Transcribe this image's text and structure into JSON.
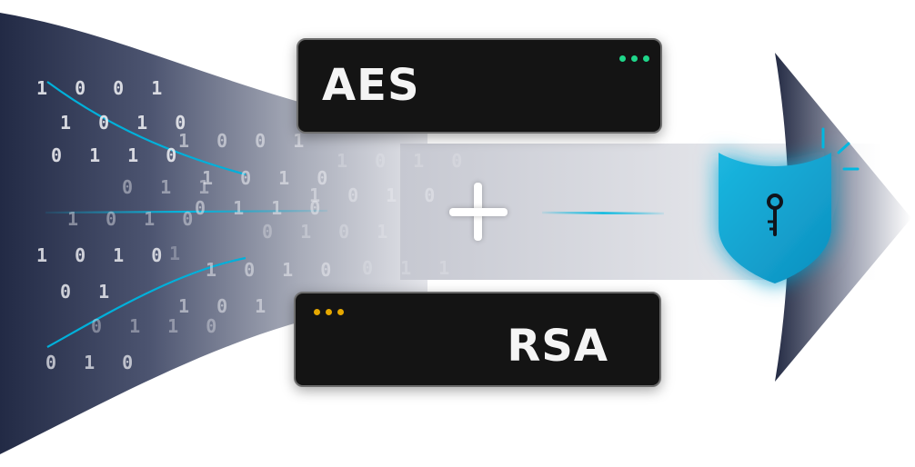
{
  "cards": {
    "top": {
      "title": "AES"
    },
    "bottom": {
      "title": "RSA"
    }
  },
  "colors": {
    "accent": "#00b8e0",
    "shield": "#11a9d4",
    "dots_top": "#1fd68a",
    "dots_bottom": "#e6a800",
    "card_bg": "#141414",
    "dark_navy": "#252c44"
  },
  "icons": {
    "plus": "plus-icon",
    "shield": "shield-icon",
    "key": "key-icon"
  },
  "binary_rows": [
    "1 0 0 1",
    "1 0 1 0",
    "0 1 1 0",
    "1 0 0 1",
    "1 0 1 0",
    "1 0 1 0",
    "0 1 1",
    "0 1 1 0",
    "1 0 1 0",
    "1 0 1 0",
    "0 1 0 1",
    "1 0 1 0",
    "1",
    "0 1",
    "0 1 1",
    "1 0 1 0",
    "0 1",
    "1 0 1 0",
    "0 1 1 0",
    "0 1 0"
  ]
}
